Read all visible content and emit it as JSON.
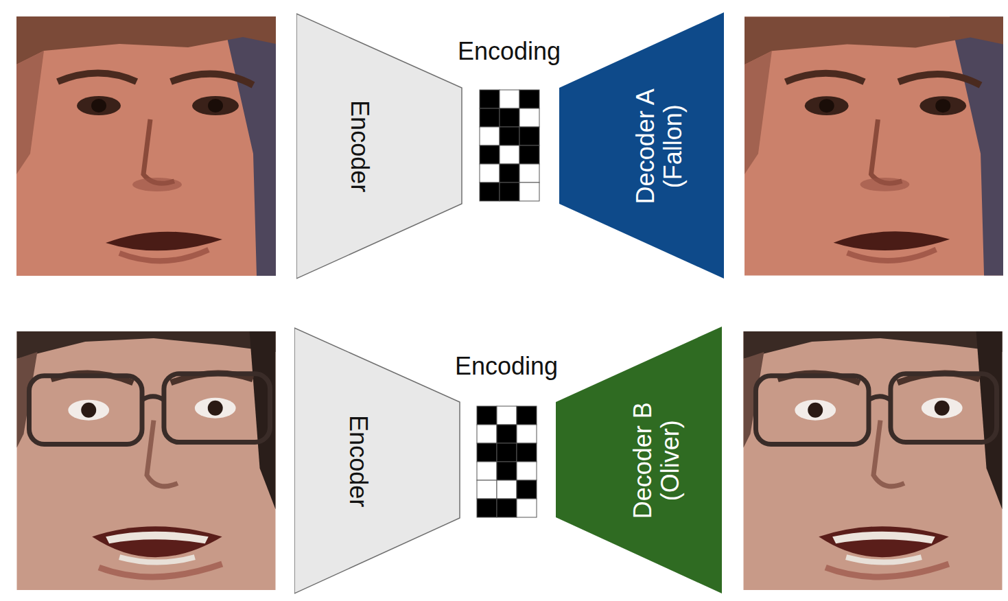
{
  "diagram": {
    "nodes": [
      {
        "text": [
          "Encoder"
        ]
      },
      {
        "text": [
          "Encoding"
        ]
      },
      {
        "text": [
          "Decoder A (Fallon)"
        ]
      },
      {
        "text": [
          "Encoder"
        ]
      },
      {
        "text": [
          "Encoding"
        ]
      },
      {
        "text": [
          "Decoder B (Oliver)"
        ]
      }
    ]
  }
}
